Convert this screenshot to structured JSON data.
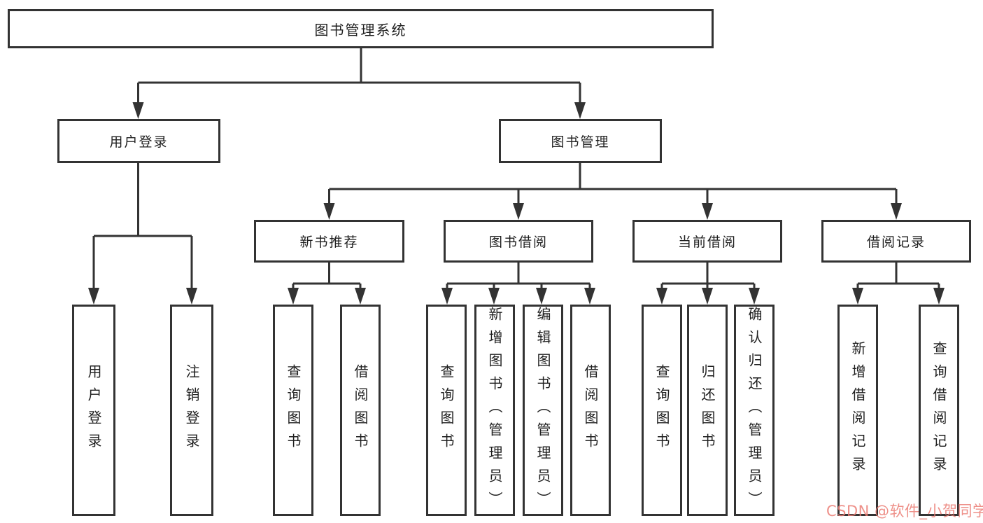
{
  "diagram": {
    "root": {
      "label": "图书管理系统"
    },
    "branches": [
      {
        "label": "用户登录",
        "children": [
          {
            "label": "用户登录"
          },
          {
            "label": "注销登录"
          }
        ]
      },
      {
        "label": "图书管理",
        "children": [
          {
            "label": "新书推荐",
            "children": [
              {
                "label": "查询图书"
              },
              {
                "label": "借阅图书"
              }
            ]
          },
          {
            "label": "图书借阅",
            "children": [
              {
                "label": "查询图书"
              },
              {
                "label": "新增图书（管理员）"
              },
              {
                "label": "编辑图书（管理员）"
              },
              {
                "label": "借阅图书"
              }
            ]
          },
          {
            "label": "当前借阅",
            "children": [
              {
                "label": "查询图书"
              },
              {
                "label": "归还图书"
              },
              {
                "label": "确认归还（管理员）"
              }
            ]
          },
          {
            "label": "借阅记录",
            "children": [
              {
                "label": "新增借阅记录"
              },
              {
                "label": "查询借阅记录"
              }
            ]
          }
        ]
      }
    ]
  },
  "watermark": {
    "text": "CSDN @软件_小贺同学",
    "color": "#eb7c74"
  },
  "colors": {
    "line": "#333333",
    "box_border": "#333333",
    "text": "#1f1f1f",
    "background": "#ffffff"
  }
}
